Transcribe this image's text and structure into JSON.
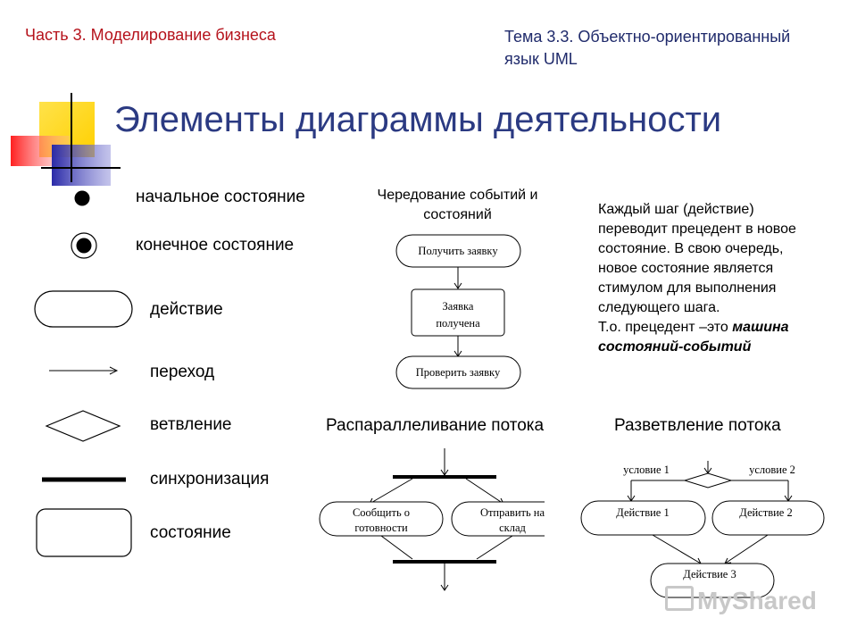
{
  "header": {
    "part": "Часть 3. Моделирование бизнеса",
    "topic_line1": "Тема 3.3. Объектно-ориентированный",
    "topic_line2": "язык UML"
  },
  "title": "Элементы диаграммы деятельности",
  "legend": {
    "initial_state": "начальное состояние",
    "final_state": "конечное состояние",
    "action": "действие",
    "transition": "переход",
    "branch": "ветвление",
    "sync": "синхронизация",
    "state": "состояние"
  },
  "sequence": {
    "title_line1": "Чередование событий и",
    "title_line2": "состояний",
    "step1": "Получить заявку",
    "state_line1": "Заявка",
    "state_line2": "получена",
    "step2": "Проверить заявку"
  },
  "note": {
    "lines": [
      "Каждый шаг (действие)",
      "переводит прецедент в новое",
      "состояние. В свою очередь,",
      "новое состояние является",
      "стимулом для выполнения",
      "следующего шага."
    ],
    "last_plain": "Т.о. прецедент –это ",
    "last_bold1": "машина",
    "last_bold2": "состояний-событий"
  },
  "fork": {
    "title": "Распараллеливание потока",
    "left_line1": "Сообщить о",
    "left_line2": "готовности",
    "right_line1": "Отправить на",
    "right_line2": "склад"
  },
  "branching": {
    "title": "Разветвление потока",
    "cond1": "условие 1",
    "cond2": "условие 2",
    "action1": "Действие 1",
    "action2": "Действие 2",
    "action3": "Действие 3"
  },
  "watermark": "MyShared"
}
